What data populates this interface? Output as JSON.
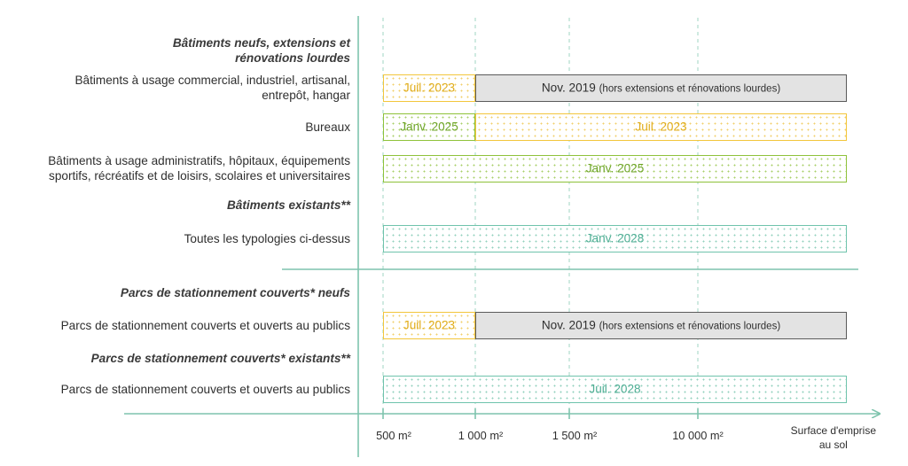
{
  "chart_data": {
    "type": "timeline",
    "x_axis": {
      "title_line1": "Surface d'emprise",
      "title_line2": "au sol",
      "ticks": [
        "500 m²",
        "1 000 m²",
        "1 500 m²",
        "10 000 m²"
      ]
    },
    "legend": "none",
    "grid": "vertical dashed at each tick",
    "colors": {
      "yellow": "#f3c63c",
      "green": "#8fc23a",
      "teal": "#6fc3ac",
      "grey_fill": "#e3e3e3",
      "grey_border": "#5a5a5a",
      "axis": "#7ec4ad"
    },
    "rows": [
      {
        "kind": "header",
        "lines": [
          "Bâtiments neufs, extensions et",
          "rénovations lourdes"
        ]
      },
      {
        "kind": "row",
        "lines": [
          "Bâtiments à usage commercial, industriel, artisanal,",
          "entrepôt, hangar"
        ],
        "bars": [
          {
            "from_m2": 500,
            "to_m2": 1000,
            "label": "Juil. 2023",
            "note": "",
            "style": "yellow"
          },
          {
            "from_m2": 1000,
            "to_m2": null,
            "label": "Nov. 2019",
            "note": "(hors extensions et rénovations lourdes)",
            "style": "grey"
          }
        ]
      },
      {
        "kind": "row",
        "lines": [
          "Bureaux"
        ],
        "bars": [
          {
            "from_m2": 500,
            "to_m2": 1000,
            "label": "Janv. 2025",
            "note": "",
            "style": "green"
          },
          {
            "from_m2": 1000,
            "to_m2": null,
            "label": "Juil. 2023",
            "note": "",
            "style": "yellow"
          }
        ]
      },
      {
        "kind": "row",
        "lines": [
          "Bâtiments à usage administratifs, hôpitaux, équipements",
          "sportifs, récréatifs et de loisirs, scolaires et universitaires"
        ],
        "bars": [
          {
            "from_m2": 500,
            "to_m2": null,
            "label": "Janv. 2025",
            "note": "",
            "style": "green"
          }
        ]
      },
      {
        "kind": "header",
        "lines": [
          "Bâtiments existants**"
        ]
      },
      {
        "kind": "row",
        "lines": [
          "Toutes les typologies ci-dessus"
        ],
        "bars": [
          {
            "from_m2": 500,
            "to_m2": null,
            "label": "Janv. 2028",
            "note": "",
            "style": "teal"
          }
        ]
      },
      {
        "kind": "header",
        "lines": [
          "Parcs de stationnement couverts* neufs"
        ]
      },
      {
        "kind": "row",
        "lines": [
          "Parcs de stationnement couverts et ouverts au publics"
        ],
        "bars": [
          {
            "from_m2": 500,
            "to_m2": 1000,
            "label": "Juil. 2023",
            "note": "",
            "style": "yellow"
          },
          {
            "from_m2": 1000,
            "to_m2": null,
            "label": "Nov. 2019",
            "note": "(hors extensions et rénovations lourdes)",
            "style": "grey"
          }
        ]
      },
      {
        "kind": "header",
        "lines": [
          "Parcs de stationnement couverts* existants**"
        ]
      },
      {
        "kind": "row",
        "lines": [
          "Parcs de stationnement couverts et ouverts au publics"
        ],
        "bars": [
          {
            "from_m2": 500,
            "to_m2": null,
            "label": "Juil. 2028",
            "note": "",
            "style": "teal"
          }
        ]
      }
    ]
  }
}
